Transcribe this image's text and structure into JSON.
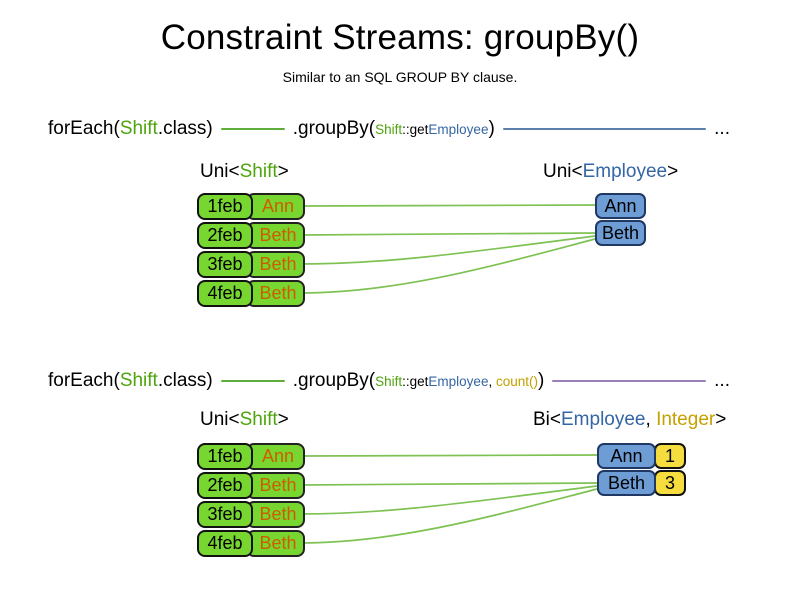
{
  "title": "Constraint Streams: groupBy()",
  "subtitle": "Similar to an SQL GROUP BY clause.",
  "colors": {
    "class_green": "#4FA30D",
    "type_blue": "#3465A4",
    "count_gold": "#C4A000",
    "name_orange": "#CE5C00",
    "box_green": "#77D62F",
    "box_blue": "#6D9DD4",
    "box_yellow": "#F5DC3F",
    "connector_green": "#7EC253",
    "stream_line_blue": "#5B7FA8",
    "stream_line_purple": "#9A7FB8"
  },
  "stream1": {
    "code": {
      "foreach_open": "forEach(",
      "foreach_class": "Shift",
      "foreach_close": ".class)",
      "groupby_open": ".groupBy(",
      "arg_class": "Shift",
      "arg_mid": "::get",
      "arg_prop": "Employee",
      "groupby_close": ")",
      "ellipsis": "..."
    },
    "left_label": {
      "open": "Uni<",
      "type": "Shift",
      "close": ">"
    },
    "right_label": {
      "open": "Uni<",
      "type": "Employee",
      "close": ">"
    },
    "rows": [
      {
        "date": "1feb",
        "name": "Ann"
      },
      {
        "date": "2feb",
        "name": "Beth"
      },
      {
        "date": "3feb",
        "name": "Beth"
      },
      {
        "date": "4feb",
        "name": "Beth"
      }
    ],
    "groups": [
      {
        "name": "Ann"
      },
      {
        "name": "Beth"
      }
    ]
  },
  "stream2": {
    "code": {
      "foreach_open": "forEach(",
      "foreach_class": "Shift",
      "foreach_close": ".class)",
      "groupby_open": ".groupBy(",
      "arg_class": "Shift",
      "arg_mid": "::get",
      "arg_prop": "Employee",
      "arg_sep": ", ",
      "arg_count": "count()",
      "groupby_close": ")",
      "ellipsis": "..."
    },
    "left_label": {
      "open": "Uni<",
      "type": "Shift",
      "close": ">"
    },
    "right_label": {
      "open": "Bi<",
      "type1": "Employee",
      "sep": ", ",
      "type2": "Integer",
      "close": ">"
    },
    "rows": [
      {
        "date": "1feb",
        "name": "Ann"
      },
      {
        "date": "2feb",
        "name": "Beth"
      },
      {
        "date": "3feb",
        "name": "Beth"
      },
      {
        "date": "4feb",
        "name": "Beth"
      }
    ],
    "groups": [
      {
        "name": "Ann",
        "count": "1"
      },
      {
        "name": "Beth",
        "count": "3"
      }
    ]
  }
}
